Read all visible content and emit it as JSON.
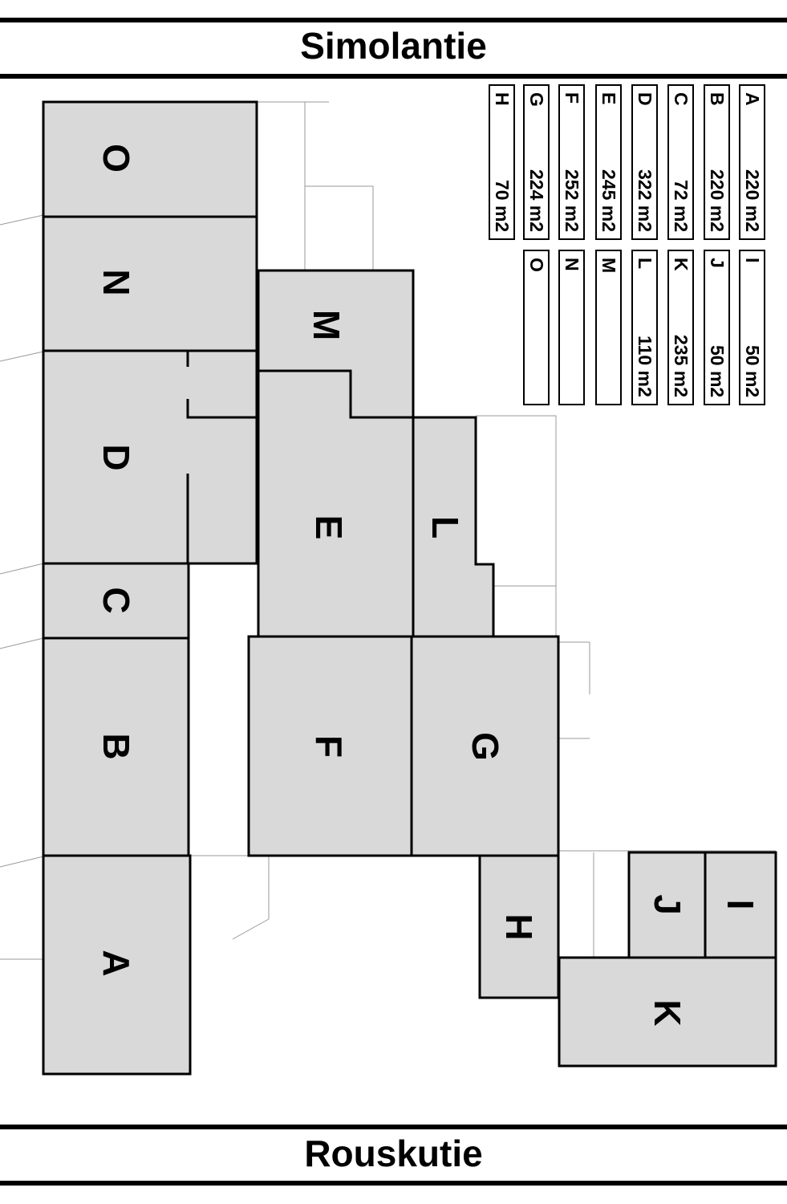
{
  "streets": {
    "top": "Simolantie",
    "bottom": "Rouskutie"
  },
  "rooms": {
    "A": "A",
    "B": "B",
    "C": "C",
    "D": "D",
    "E": "E",
    "F": "F",
    "G": "G",
    "H": "H",
    "I": "I",
    "J": "J",
    "K": "K",
    "L": "L",
    "M": "M",
    "N": "N",
    "O": "O"
  },
  "legend": [
    {
      "letter": "A",
      "area": "220 m2"
    },
    {
      "letter": "B",
      "area": "220 m2"
    },
    {
      "letter": "C",
      "area": "72 m2"
    },
    {
      "letter": "D",
      "area": "322 m2"
    },
    {
      "letter": "E",
      "area": "245 m2"
    },
    {
      "letter": "F",
      "area": "252 m2"
    },
    {
      "letter": "G",
      "area": "224 m2"
    },
    {
      "letter": "H",
      "area": "70 m2"
    },
    {
      "letter": "I",
      "area": "50 m2"
    },
    {
      "letter": "J",
      "area": "50 m2"
    },
    {
      "letter": "K",
      "area": "235 m2"
    },
    {
      "letter": "L",
      "area": "110 m2"
    },
    {
      "letter": "M",
      "area": ""
    },
    {
      "letter": "N",
      "area": ""
    },
    {
      "letter": "O",
      "area": ""
    }
  ],
  "colors": {
    "room_fill": "#d9d9d9",
    "outline": "#000000"
  }
}
